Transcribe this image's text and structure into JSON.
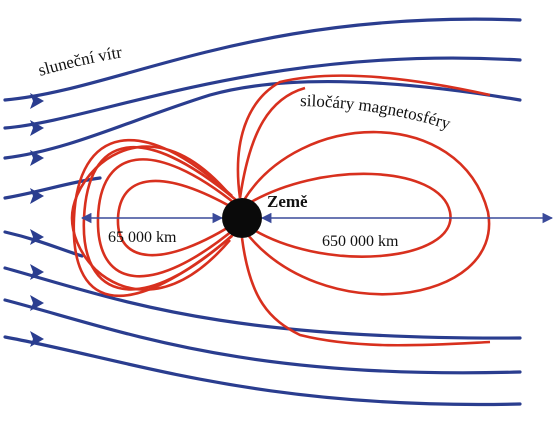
{
  "labels": {
    "solar_wind": "sluneční vítr",
    "field_lines": "siločáry magnetosféry",
    "earth": "Země",
    "dayside_distance": "65 000 km",
    "nightside_distance": "650 000 km"
  },
  "colors": {
    "solar_wind": "#2a3d8f",
    "field_lines": "#d8301e",
    "earth": "#0a0a0a",
    "dimension_arrow": "#3a4a9a"
  }
}
